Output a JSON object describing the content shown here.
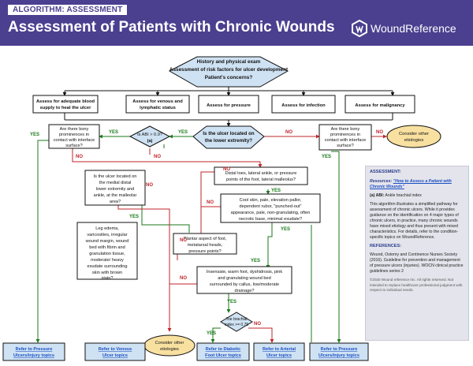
{
  "header": {
    "tag": "ALGORITHM: ASSESSMENT",
    "title": "Assessment of Patients with Chronic Wounds",
    "brand": "WoundReference"
  },
  "colors": {
    "header_bg": "#4b3f8f",
    "decision_fill": "#cfe2f3",
    "node_fill": "#ffffff",
    "yes": "#1a7a1a",
    "no": "#c0242a",
    "sidebar_bg": "#e4e4ec",
    "terminal_fill": "#f8e0a0"
  },
  "flow": {
    "top": [
      "History and physical exam",
      "Assessment of risk factors for ulcer development",
      "Patient's concerns?"
    ],
    "categories": [
      "Assess for adequate blood supply to heal the ulcer",
      "Assess for venous and lymphatic status",
      "Assess for pressure",
      "Assess for infection",
      "Assess for malignancy"
    ],
    "bony_left": [
      "Are there bony",
      "prominences in",
      "contact with interface",
      "surface?"
    ],
    "abi": [
      "Is ABI > 0.9?",
      "(a)"
    ],
    "lower_ext": [
      "Is the ulcer located on",
      "the lower extremity?"
    ],
    "bony_right": [
      "Are there bony",
      "prominences in",
      "contact with interface",
      "surface?"
    ],
    "other_etiologies": [
      "Consider other",
      "etiologies"
    ],
    "medial": [
      "Is the ulcer located on",
      "the medial distal",
      "lower extremity and",
      "ankle, at the malleolar",
      "area?"
    ],
    "distal_toes": [
      "Distal toes, lateral ankle, or pressure",
      "points of the foot, lateral malleolus?"
    ],
    "cool_skin": [
      "Cool skin, pale, elevation pallor,",
      "dependent rubor, \"punched-out\"",
      "appearance, pale, non-granulating, often",
      "necrotic base, minimal exudate?"
    ],
    "leg_edema": [
      "Leg edema,",
      "varicosities, irregular",
      "wound margin, wound",
      "bed with fibrin and",
      "granulation tissue,",
      "moderate/ heavy",
      "exudate surrounding",
      "skin with brown",
      "stain?"
    ],
    "plantar": [
      "Plantar aspect of foot,",
      "metatarsal heads,",
      "pressure points?"
    ],
    "insensate": [
      "Insensate, warm foot, dyshidrosis, pink",
      "and granulating wound bed",
      "surrounded by callus, low/moderate",
      "drainage?"
    ],
    "toe_brachial": [
      "Toe brachial",
      "index >= 0.75"
    ],
    "other_etiologies_bottom": [
      "Consider other",
      "etiologies"
    ],
    "yes": "YES",
    "no": "NO"
  },
  "links": [
    [
      "Refer to Pressure",
      "Ulcers/injury topics"
    ],
    [
      "Refer to Venous",
      "Ulcer topics"
    ],
    [
      "Refer to Diabetic",
      "Foot Ulcer topics"
    ],
    [
      "Refer to Arterial",
      "Ulcer topics"
    ],
    [
      "Refer to Pressure",
      "Ulcers/injury topics"
    ]
  ],
  "sidebar": {
    "assessment_heading": "ASSESSMENT:",
    "resources_label": "Resources:",
    "resources_link": "\"How to Assess a Patient with Chronic Wounds\"",
    "abi_note_key": "(a) ABI:",
    "abi_note_value": "Ankle brachial index",
    "description": "This algorithm illustrates a simplified pathway for assessment of chronic ulcers. While it provides guidance on the identification on 4 major types of chronic ulcers, in practice, many chronic wounds have mixed etiology and thus present with mixed characteristics. For details, refer to the condition-specific topics on WoundReference.",
    "references_heading": "REFERENCES:",
    "references_text": "Wound, Ostomy and Continence Nurses Society (2016). Guideline for prevention and management of pressure ulcers (injuries). WOCN clinical practice guidelines series 2",
    "copyright": "©2020 Wound reference Inc. All rights reserved. Not intended to replace healthcare professional judgment with respect to individual needs."
  }
}
